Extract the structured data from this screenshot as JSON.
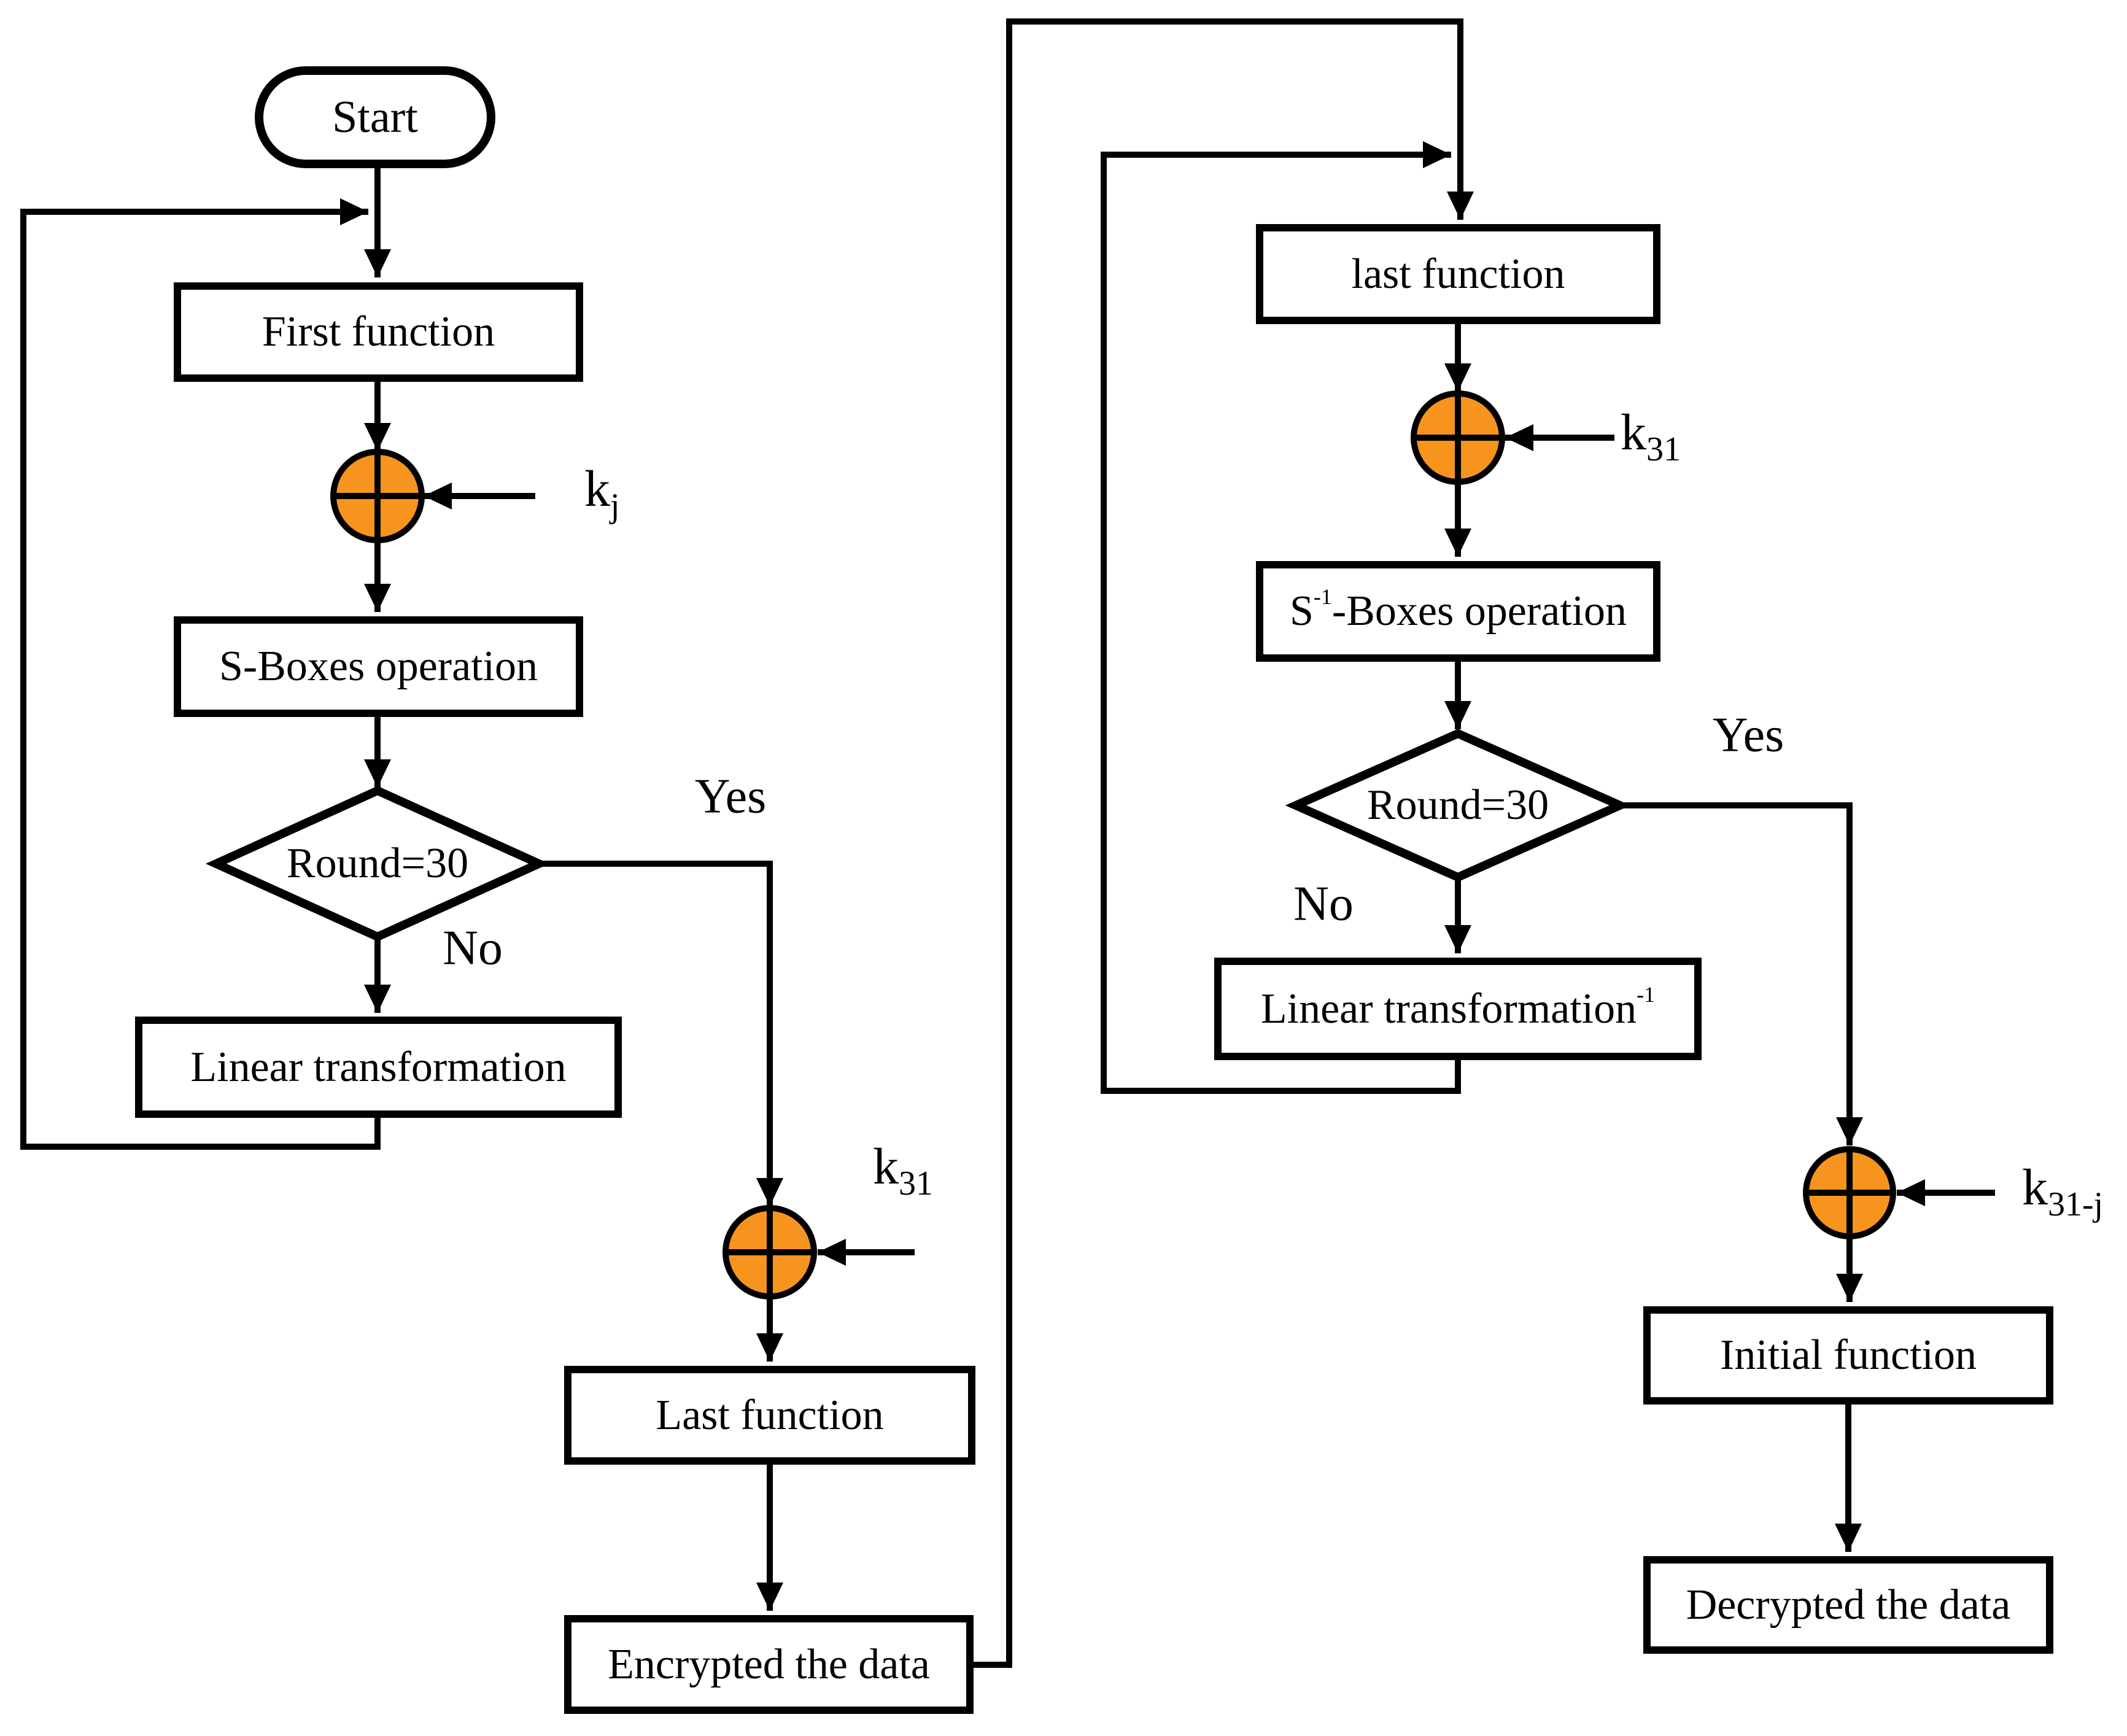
{
  "diagram": {
    "nodes": {
      "start": {
        "label": "Start"
      },
      "first_function": {
        "label": "First function"
      },
      "s_boxes": {
        "label": "S-Boxes operation"
      },
      "round_left": {
        "label": "Round=30"
      },
      "linear_transformation": {
        "label": "Linear transformation"
      },
      "last_function_left": {
        "label": "Last function"
      },
      "encrypted_data": {
        "label": "Encrypted the data"
      },
      "last_function_right": {
        "label": "last function"
      },
      "s_inverse_boxes": {
        "base": "S",
        "sup": "-1",
        "rest": "-Boxes operation"
      },
      "round_right": {
        "label": "Round=30"
      },
      "linear_transformation_inverse": {
        "base": "Linear transformation",
        "sup": "-1"
      },
      "initial_function": {
        "label": "Initial function"
      },
      "decrypted_data": {
        "label": "Decrypted the data"
      }
    },
    "edge_labels": {
      "yes_left": "Yes",
      "no_left": "No",
      "yes_right": "Yes",
      "no_right": "No"
    },
    "key_labels": {
      "k_j": {
        "base": "k",
        "sub": "j"
      },
      "k_31_encrypt": {
        "base": "k",
        "sub": "31"
      },
      "k_31_decrypt": {
        "base": "k",
        "sub": "31"
      },
      "k_31_minus_j": {
        "base": "k",
        "sub": "31-j"
      }
    },
    "colors": {
      "xor_fill": "#F7941E",
      "stroke": "#000000",
      "background": "#FFFFFF"
    }
  }
}
